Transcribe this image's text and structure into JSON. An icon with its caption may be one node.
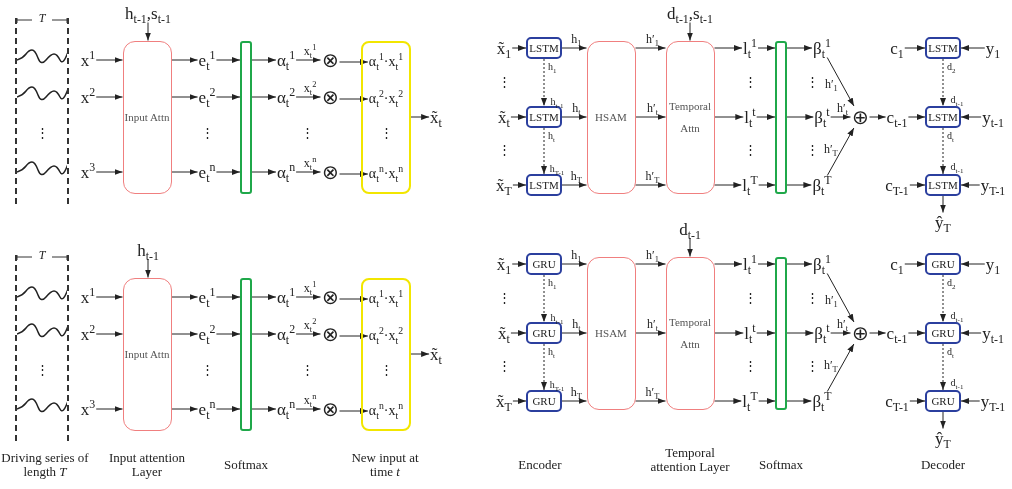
{
  "diagram": {
    "nodes": [
      {
        "text": [
          "*T*"
        ]
      },
      {
        "text": [
          "x$^{1}$"
        ]
      },
      {
        "text": [
          "x$^{2}$"
        ]
      },
      {
        "text": [
          "x$^{3}$"
        ]
      },
      {
        "text": [
          "h$_{t-1}$,s$_{t-1}$"
        ]
      },
      {
        "text": [
          "Input Attn"
        ]
      },
      {
        "text": [
          "e$_{t}$$^{1}$"
        ]
      },
      {
        "text": [
          "e$_{t}$$^{2}$"
        ]
      },
      {
        "text": [
          "e$_{t}$$^{n}$"
        ]
      },
      {
        "text": [],
        "shape": "bar"
      },
      {
        "text": [
          "α$_{t}$$^{1}$"
        ]
      },
      {
        "text": [
          "α$_{t}$$^{2}$"
        ]
      },
      {
        "text": [
          "α$_{t}$$^{n}$"
        ]
      },
      {
        "text": [
          "⊗"
        ]
      },
      {
        "text": [
          "⊗"
        ]
      },
      {
        "text": [
          "⊗"
        ]
      },
      {
        "text": [],
        "shape": "box"
      },
      {
        "text": [
          "α$_{t}$$^{1}$·x$_{t}$$^{1}$"
        ],
        "in": 16
      },
      {
        "text": [
          "α$_{t}$$^{2}$·x$_{t}$$^{2}$"
        ],
        "in": 16
      },
      {
        "text": [
          "α$_{t}$$^{n}$·x$_{t}$$^{n}$"
        ],
        "in": 16
      },
      {
        "text": [
          "x̃$_{t}$"
        ]
      },
      {
        "text": [
          "*T*"
        ]
      },
      {
        "text": [
          "x$^{1}$"
        ]
      },
      {
        "text": [
          "x$^{2}$"
        ]
      },
      {
        "text": [
          "x$^{3}$"
        ]
      },
      {
        "text": [
          "h$_{t-1}$"
        ]
      },
      {
        "text": [
          "Input Attn"
        ]
      },
      {
        "text": [
          "e$_{t}$$^{1}$"
        ]
      },
      {
        "text": [
          "e$_{t}$$^{2}$"
        ]
      },
      {
        "text": [
          "e$_{t}$$^{n}$"
        ]
      },
      {
        "text": [],
        "shape": "bar"
      },
      {
        "text": [
          "α$_{t}$$^{1}$"
        ]
      },
      {
        "text": [
          "α$_{t}$$^{2}$"
        ]
      },
      {
        "text": [
          "α$_{t}$$^{n}$"
        ]
      },
      {
        "text": [
          "⊗"
        ]
      },
      {
        "text": [
          "⊗"
        ]
      },
      {
        "text": [
          "⊗"
        ]
      },
      {
        "text": [],
        "shape": "box"
      },
      {
        "text": [
          "α$_{t}$$^{1}$·x$_{t}$$^{1}$"
        ],
        "in": 37
      },
      {
        "text": [
          "α$_{t}$$^{2}$·x$_{t}$$^{2}$"
        ],
        "in": 37
      },
      {
        "text": [
          "α$_{t}$$^{n}$·x$_{t}$$^{n}$"
        ],
        "in": 37
      },
      {
        "text": [
          "x̃$_{t}$"
        ]
      },
      {
        "text": [
          "x̃$_{1}$"
        ]
      },
      {
        "text": [
          "x̃$_{t}$"
        ]
      },
      {
        "text": [
          "x̃$_{T}$"
        ]
      },
      {
        "text": [
          "LSTM"
        ]
      },
      {
        "text": [
          "LSTM"
        ]
      },
      {
        "text": [
          "LSTM"
        ]
      },
      {
        "text": [
          "HSAM"
        ]
      },
      {
        "text": [
          "d$_{t-1}$,s$_{t-1}$"
        ]
      },
      {
        "text": [
          "Temporal Attn"
        ]
      },
      {
        "text": [
          "l$_{t}$$^{1}$"
        ]
      },
      {
        "text": [
          "l$_{t}$$^{t}$"
        ]
      },
      {
        "text": [
          "l$_{t}$$^{T}$"
        ]
      },
      {
        "text": [],
        "shape": "bar"
      },
      {
        "text": [
          "β$_{t}$$^{1}$"
        ]
      },
      {
        "text": [
          "β$_{t}$$^{t}$"
        ]
      },
      {
        "text": [
          "β$_{t}$$^{T}$"
        ]
      },
      {
        "text": [
          "⊕"
        ]
      },
      {
        "text": [
          "c$_{1}$"
        ]
      },
      {
        "text": [
          "c$_{t-1}$"
        ]
      },
      {
        "text": [
          "c$_{T-1}$"
        ]
      },
      {
        "text": [
          "LSTM"
        ]
      },
      {
        "text": [
          "LSTM"
        ]
      },
      {
        "text": [
          "LSTM"
        ]
      },
      {
        "text": [
          "y$_{1}$"
        ]
      },
      {
        "text": [
          "y$_{t-1}$"
        ]
      },
      {
        "text": [
          "y$_{T-1}$"
        ]
      },
      {
        "text": [
          "ŷ$_{T}$"
        ]
      },
      {
        "text": [
          "x̃$_{1}$"
        ]
      },
      {
        "text": [
          "x̃$_{t}$"
        ]
      },
      {
        "text": [
          "x̃$_{T}$"
        ]
      },
      {
        "text": [
          "GRU"
        ]
      },
      {
        "text": [
          "GRU"
        ]
      },
      {
        "text": [
          "GRU"
        ]
      },
      {
        "text": [
          "HSAM"
        ]
      },
      {
        "text": [
          "d$_{t-1}$"
        ]
      },
      {
        "text": [
          "Temporal Attn"
        ]
      },
      {
        "text": [
          "l$_{t}$$^{1}$"
        ]
      },
      {
        "text": [
          "l$_{t}$$^{t}$"
        ]
      },
      {
        "text": [
          "l$_{t}$$^{T}$"
        ]
      },
      {
        "text": [],
        "shape": "bar"
      },
      {
        "text": [
          "β$_{t}$$^{1}$"
        ]
      },
      {
        "text": [
          "β$_{t}$$^{t}$"
        ]
      },
      {
        "text": [
          "β$_{t}$$^{T}$"
        ]
      },
      {
        "text": [
          "⊕"
        ]
      },
      {
        "text": [
          "c$_{1}$"
        ]
      },
      {
        "text": [
          "c$_{t-1}$"
        ]
      },
      {
        "text": [
          "c$_{T-1}$"
        ]
      },
      {
        "text": [
          "GRU"
        ]
      },
      {
        "text": [
          "GRU"
        ]
      },
      {
        "text": [
          "GRU"
        ]
      },
      {
        "text": [
          "y$_{1}$"
        ]
      },
      {
        "text": [
          "y$_{t-1}$"
        ]
      },
      {
        "text": [
          "y$_{T-1}$"
        ]
      },
      {
        "text": [
          "ŷ$_{T}$"
        ]
      }
    ],
    "edges": [
      {
        "from": 1,
        "to": 5,
        "arrow": "to"
      },
      {
        "from": 2,
        "to": 5,
        "arrow": "to"
      },
      {
        "from": 3,
        "to": 5,
        "arrow": "to"
      },
      {
        "from": 4,
        "to": 5,
        "arrow": "to"
      },
      {
        "from": 5,
        "to": 6,
        "arrow": "to"
      },
      {
        "from": 5,
        "to": 7,
        "arrow": "to"
      },
      {
        "from": 5,
        "to": 8,
        "arrow": "to"
      },
      {
        "from": 6,
        "to": 9,
        "arrow": "to"
      },
      {
        "from": 7,
        "to": 9,
        "arrow": "to"
      },
      {
        "from": 8,
        "to": 9,
        "arrow": "to"
      },
      {
        "from": 9,
        "to": 10,
        "arrow": "to"
      },
      {
        "from": 9,
        "to": 11,
        "arrow": "to"
      },
      {
        "from": 9,
        "to": 12,
        "arrow": "to"
      },
      {
        "from": 10,
        "to": 13,
        "arrow": "to",
        "label": "x$_{t}$$^{1}$"
      },
      {
        "from": 11,
        "to": 14,
        "arrow": "to",
        "label": "x$_{t}$$^{2}$"
      },
      {
        "from": 12,
        "to": 15,
        "arrow": "to",
        "label": "x$_{t}$$^{n}$"
      },
      {
        "from": 13,
        "to": 17,
        "arrow": "to"
      },
      {
        "from": 14,
        "to": 18,
        "arrow": "to"
      },
      {
        "from": 15,
        "to": 19,
        "arrow": "to"
      },
      {
        "from": 16,
        "to": 20,
        "arrow": "to"
      },
      {
        "from": 22,
        "to": 26,
        "arrow": "to"
      },
      {
        "from": 23,
        "to": 26,
        "arrow": "to"
      },
      {
        "from": 24,
        "to": 26,
        "arrow": "to"
      },
      {
        "from": 25,
        "to": 26,
        "arrow": "to"
      },
      {
        "from": 26,
        "to": 27,
        "arrow": "to"
      },
      {
        "from": 26,
        "to": 28,
        "arrow": "to"
      },
      {
        "from": 26,
        "to": 29,
        "arrow": "to"
      },
      {
        "from": 27,
        "to": 30,
        "arrow": "to"
      },
      {
        "from": 28,
        "to": 30,
        "arrow": "to"
      },
      {
        "from": 29,
        "to": 30,
        "arrow": "to"
      },
      {
        "from": 30,
        "to": 31,
        "arrow": "to"
      },
      {
        "from": 30,
        "to": 32,
        "arrow": "to"
      },
      {
        "from": 30,
        "to": 33,
        "arrow": "to"
      },
      {
        "from": 31,
        "to": 34,
        "arrow": "to",
        "label": "x$_{t}$$^{1}$"
      },
      {
        "from": 32,
        "to": 35,
        "arrow": "to",
        "label": "x$_{t}$$^{2}$"
      },
      {
        "from": 33,
        "to": 36,
        "arrow": "to",
        "label": "x$_{t}$$^{n}$"
      },
      {
        "from": 34,
        "to": 38,
        "arrow": "to"
      },
      {
        "from": 35,
        "to": 39,
        "arrow": "to"
      },
      {
        "from": 36,
        "to": 40,
        "arrow": "to"
      },
      {
        "from": 37,
        "to": 41,
        "arrow": "to"
      },
      {
        "from": 42,
        "to": 45,
        "arrow": "to"
      },
      {
        "from": 43,
        "to": 46,
        "arrow": "to"
      },
      {
        "from": 44,
        "to": 47,
        "arrow": "to"
      },
      {
        "from": 45,
        "to": 46,
        "arrow": "to",
        "style": "dashed",
        "label": "h$_{1}$"
      },
      {
        "from": 46,
        "to": 47,
        "arrow": "to",
        "style": "dashed",
        "label": "h$_{t}$"
      },
      {
        "from": 45,
        "to": 48,
        "arrow": "to",
        "label": "h$_{1}$"
      },
      {
        "from": 46,
        "to": 48,
        "arrow": "to",
        "label": "h$_{t}$"
      },
      {
        "from": 47,
        "to": 48,
        "arrow": "to",
        "label": "h$_{T}$"
      },
      {
        "from": 48,
        "to": 50,
        "arrow": "to",
        "label": "h′$_{1}$"
      },
      {
        "from": 48,
        "to": 50,
        "arrow": "to",
        "label": "h′$_{t}$"
      },
      {
        "from": 48,
        "to": 50,
        "arrow": "to",
        "label": "h′$_{T}$"
      },
      {
        "from": 49,
        "to": 50,
        "arrow": "to"
      },
      {
        "from": 50,
        "to": 51,
        "arrow": "to"
      },
      {
        "from": 50,
        "to": 52,
        "arrow": "to"
      },
      {
        "from": 50,
        "to": 53,
        "arrow": "to"
      },
      {
        "from": 51,
        "to": 54,
        "arrow": "to"
      },
      {
        "from": 52,
        "to": 54,
        "arrow": "to"
      },
      {
        "from": 53,
        "to": 54,
        "arrow": "to"
      },
      {
        "from": 54,
        "to": 55,
        "arrow": "to"
      },
      {
        "from": 54,
        "to": 56,
        "arrow": "to"
      },
      {
        "from": 54,
        "to": 57,
        "arrow": "to"
      },
      {
        "from": 55,
        "to": 58,
        "arrow": "to",
        "label": "h′$_{1}$"
      },
      {
        "from": 56,
        "to": 58,
        "arrow": "to",
        "label": "h′$_{t}$"
      },
      {
        "from": 57,
        "to": 58,
        "arrow": "to",
        "label": "h′$_{T}$"
      },
      {
        "from": 58,
        "to": 60,
        "arrow": "to"
      },
      {
        "from": 59,
        "to": 62,
        "arrow": "to"
      },
      {
        "from": 65,
        "to": 62,
        "arrow": "to"
      },
      {
        "from": 60,
        "to": 63,
        "arrow": "to"
      },
      {
        "from": 66,
        "to": 63,
        "arrow": "to"
      },
      {
        "from": 61,
        "to": 64,
        "arrow": "to"
      },
      {
        "from": 67,
        "to": 64,
        "arrow": "to"
      },
      {
        "from": 62,
        "to": 63,
        "arrow": "to",
        "style": "dashed",
        "label": "d$_{2}$"
      },
      {
        "from": 63,
        "to": 64,
        "arrow": "to",
        "style": "dashed",
        "label": "d$_{t}$"
      },
      {
        "from": 64,
        "to": 68,
        "arrow": "to"
      },
      {
        "from": 69,
        "to": 72,
        "arrow": "to"
      },
      {
        "from": 70,
        "to": 73,
        "arrow": "to"
      },
      {
        "from": 71,
        "to": 74,
        "arrow": "to"
      },
      {
        "from": 72,
        "to": 73,
        "arrow": "to",
        "style": "dashed",
        "label": "h$_{1}$"
      },
      {
        "from": 73,
        "to": 74,
        "arrow": "to",
        "style": "dashed",
        "label": "h$_{t}$"
      },
      {
        "from": 72,
        "to": 75,
        "arrow": "to",
        "label": "h$_{1}$"
      },
      {
        "from": 73,
        "to": 75,
        "arrow": "to",
        "label": "h$_{t}$"
      },
      {
        "from": 74,
        "to": 75,
        "arrow": "to",
        "label": "h$_{T}$"
      },
      {
        "from": 75,
        "to": 77,
        "arrow": "to",
        "label": "h′$_{1}$"
      },
      {
        "from": 75,
        "to": 77,
        "arrow": "to",
        "label": "h′$_{t}$"
      },
      {
        "from": 75,
        "to": 77,
        "arrow": "to",
        "label": "h′$_{T}$"
      },
      {
        "from": 76,
        "to": 77,
        "arrow": "to"
      },
      {
        "from": 77,
        "to": 78,
        "arrow": "to"
      },
      {
        "from": 77,
        "to": 79,
        "arrow": "to"
      },
      {
        "from": 77,
        "to": 80,
        "arrow": "to"
      },
      {
        "from": 78,
        "to": 81,
        "arrow": "to"
      },
      {
        "from": 79,
        "to": 81,
        "arrow": "to"
      },
      {
        "from": 80,
        "to": 81,
        "arrow": "to"
      },
      {
        "from": 81,
        "to": 82,
        "arrow": "to"
      },
      {
        "from": 81,
        "to": 83,
        "arrow": "to"
      },
      {
        "from": 81,
        "to": 84,
        "arrow": "to"
      },
      {
        "from": 82,
        "to": 85,
        "arrow": "to",
        "label": "h′$_{1}$"
      },
      {
        "from": 83,
        "to": 85,
        "arrow": "to",
        "label": "h′$_{t}$"
      },
      {
        "from": 84,
        "to": 85,
        "arrow": "to",
        "label": "h′$_{T}$"
      },
      {
        "from": 85,
        "to": 87,
        "arrow": "to"
      },
      {
        "from": 86,
        "to": 89,
        "arrow": "to"
      },
      {
        "from": 92,
        "to": 89,
        "arrow": "to"
      },
      {
        "from": 87,
        "to": 90,
        "arrow": "to"
      },
      {
        "from": 93,
        "to": 90,
        "arrow": "to"
      },
      {
        "from": 88,
        "to": 91,
        "arrow": "to"
      },
      {
        "from": 94,
        "to": 91,
        "arrow": "to"
      },
      {
        "from": 89,
        "to": 90,
        "arrow": "to",
        "style": "dashed",
        "label": "d$_{2}$"
      },
      {
        "from": 90,
        "to": 91,
        "arrow": "to",
        "style": "dashed",
        "label": "d$_{t}$"
      },
      {
        "from": 91,
        "to": 95,
        "arrow": "to"
      }
    ],
    "labels": [
      "⋮",
      "⋮",
      "⋮",
      "⋮",
      "⋮",
      "h$_{t-1}$",
      "⋮",
      "h$_{T-1}$",
      "⋮",
      "⋮",
      "⋮",
      "⋮",
      "d$_{t-1}$",
      "d$_{t-1}$",
      "⋮",
      "⋮",
      "⋮",
      "⋮",
      "⋮",
      "h$_{t-1}$",
      "⋮",
      "h$_{T-1}$",
      "⋮",
      "⋮",
      "⋮",
      "⋮",
      "d$_{t-1}$",
      "d$_{t-1}$",
      "Driving series of length *T*",
      "Input attention Layer",
      "Softmax",
      "New input at time *t*",
      "Encoder",
      "Temporal attention Layer",
      "Softmax",
      "Decoder"
    ]
  }
}
